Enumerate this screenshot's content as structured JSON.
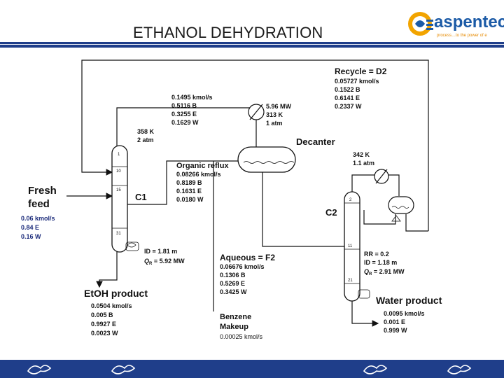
{
  "header": {
    "title": "ETHANOL DEHYDRATION",
    "logo_text": "aspentech",
    "logo_tagline": "process…to the power of e",
    "band_color": "#1f3e8a"
  },
  "recycle": {
    "title": "Recycle = D2",
    "lines": [
      "0.05727  kmol/s",
      "0.1522 B",
      "0.6141 E",
      "0.2337 W"
    ]
  },
  "c1_overhead": {
    "lines": [
      "0.1495  kmol/s",
      "0.5116 B",
      "0.3255 E",
      "0.1629 W"
    ],
    "temp": "358 K",
    "pressure": "2 atm"
  },
  "condenser1": {
    "lines": [
      "5.96 MW",
      "313 K",
      "1 atm"
    ]
  },
  "decanter": {
    "label": "Decanter"
  },
  "condenser2": {
    "temp": "342 K",
    "pressure": "1.1 atm"
  },
  "organic_reflux": {
    "title": "Organic reflux",
    "lines": [
      "0.08266  kmol/s",
      "0.8189 B",
      "0.1631 E",
      "0.0180 W"
    ]
  },
  "fresh_feed": {
    "title_line1": "Fresh",
    "title_line2": "feed",
    "lines": [
      "0.06  kmol/s",
      "0.84 E",
      "0.16 W"
    ]
  },
  "c1": {
    "label": "C1",
    "stages": [
      "1",
      "10",
      "15",
      "31"
    ],
    "id_text": "ID = 1.81 m",
    "qr_text": "Q",
    "qr_sub": "R",
    "qr_val": " = 5.92 MW"
  },
  "c2": {
    "label": "C2",
    "stages": [
      "2",
      "11",
      "21"
    ],
    "rr_text": "RR = 0.2",
    "id_text": "ID = 1.18 m",
    "qr_text": "Q",
    "qr_sub": "R",
    "qr_val": " = 2.91 MW"
  },
  "aqueous": {
    "title": "Aqueous = F2",
    "lines": [
      "0.06676  kmol/s",
      "0.1306 B",
      "0.5269 E",
      "0.3425 W"
    ]
  },
  "etoh_product": {
    "title": "EtOH product",
    "lines": [
      "0.0504  kmol/s",
      "0.005 B",
      "0.9927 E",
      "0.0023 W"
    ]
  },
  "benzene": {
    "line1": "Benzene",
    "line2": "Makeup",
    "flow": "0.00025 kmol/s"
  },
  "water_product": {
    "title": "Water product",
    "lines": [
      "0.0095  kmol/s",
      "0.001 E",
      "0.999 W"
    ]
  },
  "colors": {
    "text": "#111111",
    "feed_blue": "#1a2a7a",
    "band": "#1f3e8a"
  }
}
